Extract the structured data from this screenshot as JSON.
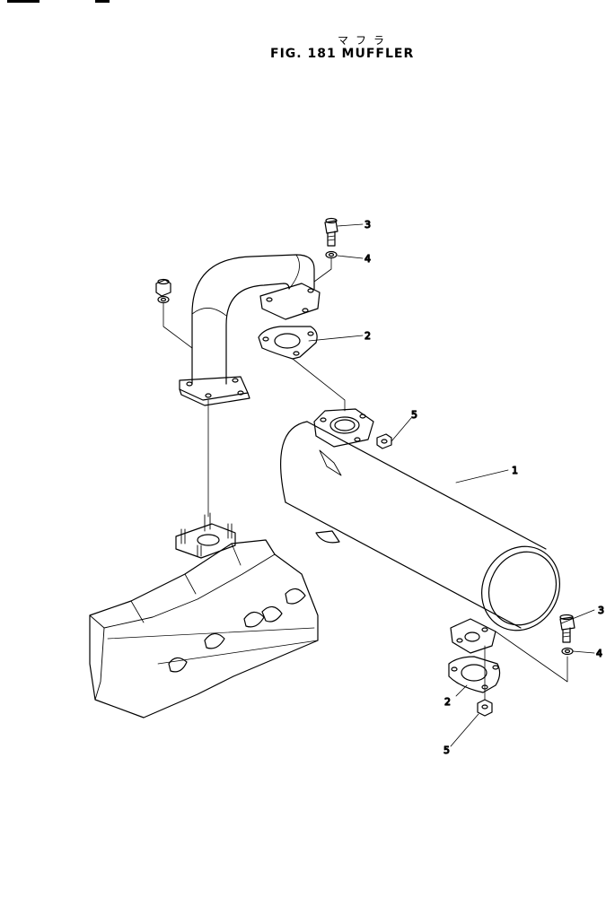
{
  "figure": {
    "title_jp": "マフラ",
    "title": "FIG. 181 MUFFLER"
  },
  "callouts": [
    {
      "id": "c1",
      "label": "1"
    },
    {
      "id": "c2a",
      "label": "2"
    },
    {
      "id": "c2b",
      "label": "2"
    },
    {
      "id": "c3a",
      "label": "3"
    },
    {
      "id": "c3b",
      "label": "3"
    },
    {
      "id": "c4a",
      "label": "4"
    },
    {
      "id": "c4b",
      "label": "4"
    },
    {
      "id": "c5a",
      "label": "5"
    },
    {
      "id": "c5b",
      "label": "5"
    }
  ]
}
